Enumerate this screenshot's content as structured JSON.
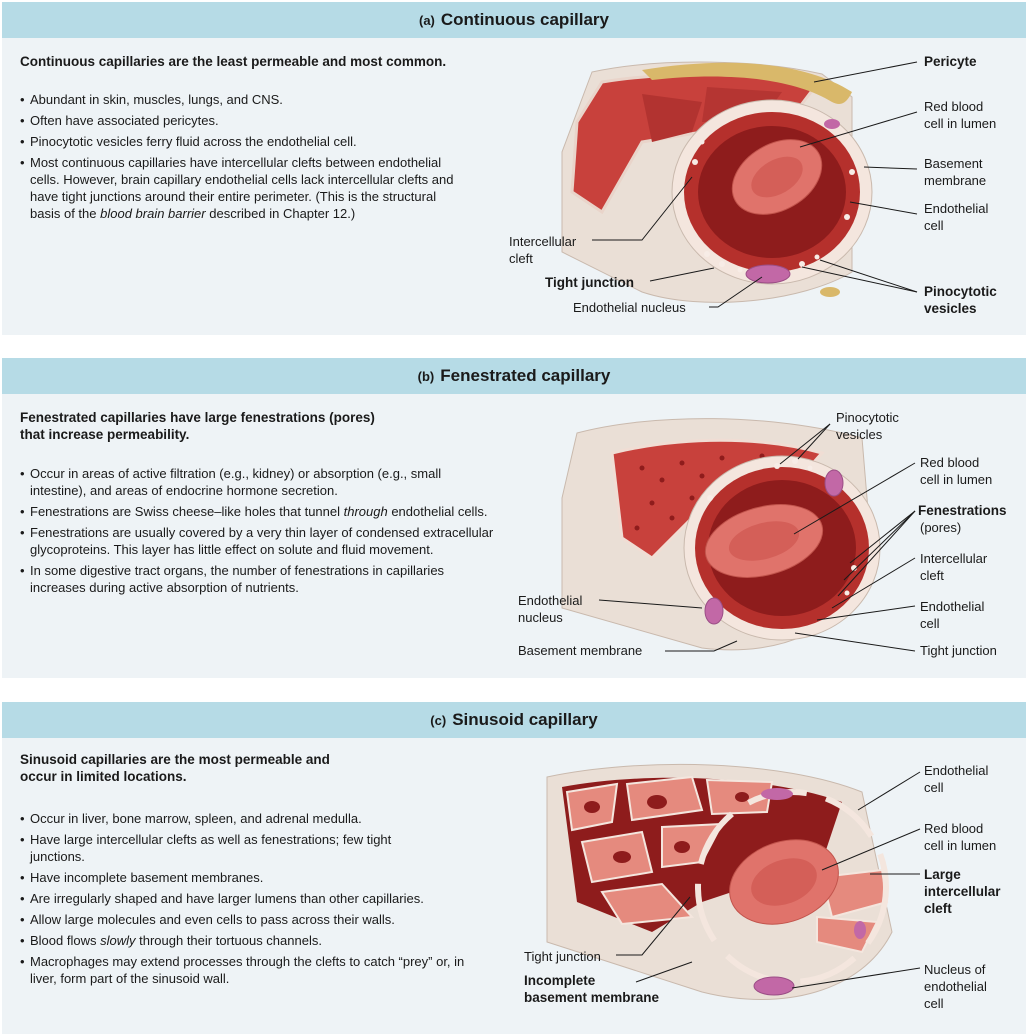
{
  "panel_a": {
    "letter": "(a)",
    "title": "Continuous capillary",
    "intro": "Continuous capillaries are the least permeable and most common.",
    "points": [
      "Abundant in skin, muscles, lungs, and CNS.",
      "Often have associated pericytes.",
      "Pinocytotic vesicles ferry fluid across the endothelial cell."
    ],
    "point4": {
      "before": "Most continuous capillaries have intercellular clefts between endothelial cells. However, brain capillary endothelial cells lack intercellular clefts and have tight junctions around their entire perimeter. (This is the structural basis of the ",
      "italic": "blood brain barrier",
      "after": " described in Chapter 12.)"
    },
    "labels": {
      "pericyte": "Pericyte",
      "rbc_1": "Red blood",
      "rbc_2": "cell in lumen",
      "basement_1": "Basement",
      "basement_2": "membrane",
      "endo_1": "Endothelial",
      "endo_2": "cell",
      "cleft_1": "Intercellular",
      "cleft_2": "cleft",
      "tight": "Tight junction",
      "nucleus": "Endothelial nucleus",
      "pino_1": "Pinocytotic",
      "pino_2": "vesicles"
    }
  },
  "panel_b": {
    "letter": "(b)",
    "title": "Fenestrated capillary",
    "intro_1": "Fenestrated capillaries have large fenestrations (pores)",
    "intro_2": "that increase permeability.",
    "point1": "Occur in areas of active filtration (e.g., kidney) or absorption (e.g., small intestine), and areas of endocrine hormone secretion.",
    "point2": {
      "before": "Fenestrations are Swiss cheese–like holes that tunnel ",
      "italic": "through",
      "after": " endothelial cells."
    },
    "point3": "Fenestrations are usually covered by a very thin layer of condensed extracellular glycoproteins. This layer has little effect on solute and fluid movement.",
    "point4": "In some digestive tract organs, the number of fenestrations in capillaries increases during active absorption of nutrients.",
    "labels": {
      "pino_1": "Pinocytotic",
      "pino_2": "vesicles",
      "rbc_1": "Red blood",
      "rbc_2": "cell in lumen",
      "fen_1": "Fenestrations",
      "fen_2": "(pores)",
      "cleft_1": "Intercellular",
      "cleft_2": "cleft",
      "endo_1": "Endothelial",
      "endo_2": "cell",
      "tight": "Tight junction",
      "nucleus_1": "Endothelial",
      "nucleus_2": "nucleus",
      "basement": "Basement membrane"
    }
  },
  "panel_c": {
    "letter": "(c)",
    "title": "Sinusoid capillary",
    "intro_1": "Sinusoid capillaries are the most permeable and",
    "intro_2": "occur in limited locations.",
    "point1": "Occur in liver, bone marrow, spleen, and adrenal medulla.",
    "point2": "Have large intercellular clefts as well as fenestrations; few tight junctions.",
    "point3": "Have incomplete basement membranes.",
    "point4": "Are irregularly shaped and have larger lumens than other capillaries.",
    "point5": "Allow large molecules and even cells to pass across their walls.",
    "point6": {
      "before": "Blood flows ",
      "italic": "slowly",
      "after": " through their tortuous channels."
    },
    "point7": "Macrophages may extend processes through the clefts to catch “prey” or, in liver, form part of the sinusoid wall.",
    "labels": {
      "endo_1": "Endothelial",
      "endo_2": "cell",
      "rbc_1": "Red blood",
      "rbc_2": "cell in lumen",
      "cleft_1": "Large",
      "cleft_2": "intercellular",
      "cleft_3": "cleft",
      "tight": "Tight junction",
      "incomplete_1": "Incomplete",
      "incomplete_2": "basement membrane",
      "nucleus_1": "Nucleus of",
      "nucleus_2": "endothelial",
      "nucleus_3": "cell"
    }
  },
  "colors": {
    "header_bar": "#b6dbe6",
    "panel_bg": "#eef3f6",
    "vessel_red": "#c8413c",
    "lumen_dark": "#8e1c1c",
    "rbc": "#e0736b",
    "membrane": "#f4e6de",
    "pericyte": "#d9b86a",
    "nucleus": "#c268a6"
  }
}
